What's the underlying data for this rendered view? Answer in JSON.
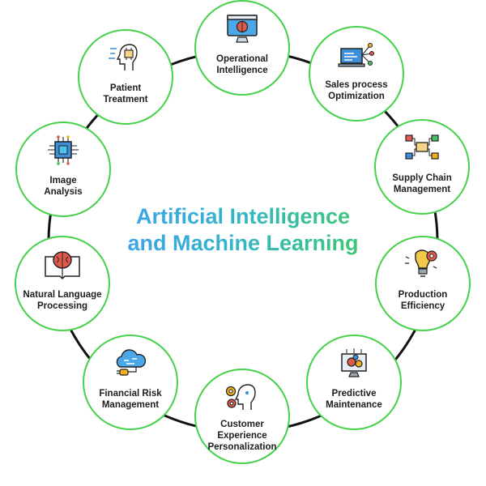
{
  "title": {
    "line1": "Artificial Intelligence",
    "line2": "and Machine Learning"
  },
  "colors": {
    "ring": "#111111",
    "node_border": "#45d14a",
    "title_start": "#3f9ff2",
    "title_end": "#3fcd60"
  },
  "nodes": [
    {
      "name": "operational-intelligence",
      "icon": "monitor-brain-icon",
      "line1": "Operational",
      "line2": "Intelligence"
    },
    {
      "name": "sales-process-optimization",
      "icon": "laptop-network-icon",
      "line1": "Sales process",
      "line2": "Optimization"
    },
    {
      "name": "supply-chain-management",
      "icon": "flowchart-icon",
      "line1": "Supply Chain",
      "line2": "Management"
    },
    {
      "name": "production-efficiency",
      "icon": "lightbulb-gear-icon",
      "line1": "Production",
      "line2": "Efficiency"
    },
    {
      "name": "predictive-maintenance",
      "icon": "monitor-gears-icon",
      "line1": "Predictive",
      "line2": "Maintenance"
    },
    {
      "name": "customer-experience-personalization",
      "icon": "head-gears-icon",
      "line1": "Customer",
      "line2": "Experience",
      "line3": "Personalization"
    },
    {
      "name": "financial-risk-management",
      "icon": "cloud-plug-icon",
      "line1": "Financial Risk",
      "line2": "Management"
    },
    {
      "name": "natural-language-processing",
      "icon": "book-brain-icon",
      "line1": "Natural Language",
      "line2": "Processing"
    },
    {
      "name": "image-analysis",
      "icon": "chip-icon",
      "line1": "Image",
      "line2": "Analysis"
    },
    {
      "name": "patient-treatment",
      "icon": "head-chip-icon",
      "line1": "Patient",
      "line2": "Treatment"
    }
  ]
}
